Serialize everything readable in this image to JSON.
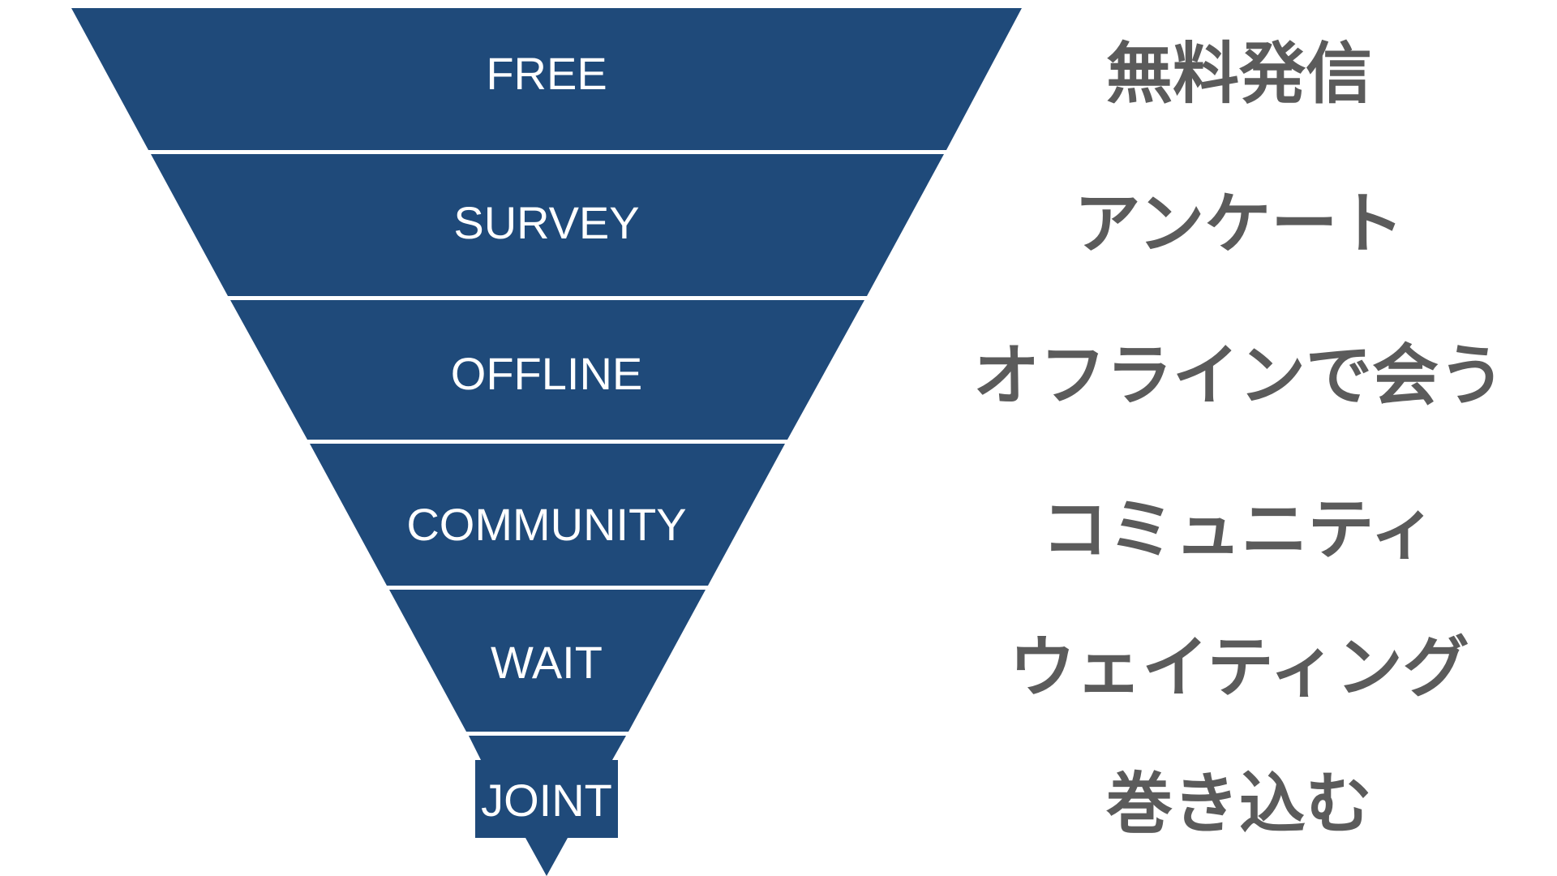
{
  "colors": {
    "funnel_fill": "#1f4a7a",
    "label_text": "#ffffff",
    "description_text": "#5b5b5b",
    "background": "#ffffff"
  },
  "stages": [
    {
      "label": "FREE",
      "description": "無料発信"
    },
    {
      "label": "SURVEY",
      "description": "アンケート"
    },
    {
      "label": "OFFLINE",
      "description": "オフラインで会う"
    },
    {
      "label": "COMMUNITY",
      "description": "コミュニティ"
    },
    {
      "label": "WAIT",
      "description": "ウェイティング"
    },
    {
      "label": "JOINT",
      "description": "巻き込む"
    }
  ]
}
